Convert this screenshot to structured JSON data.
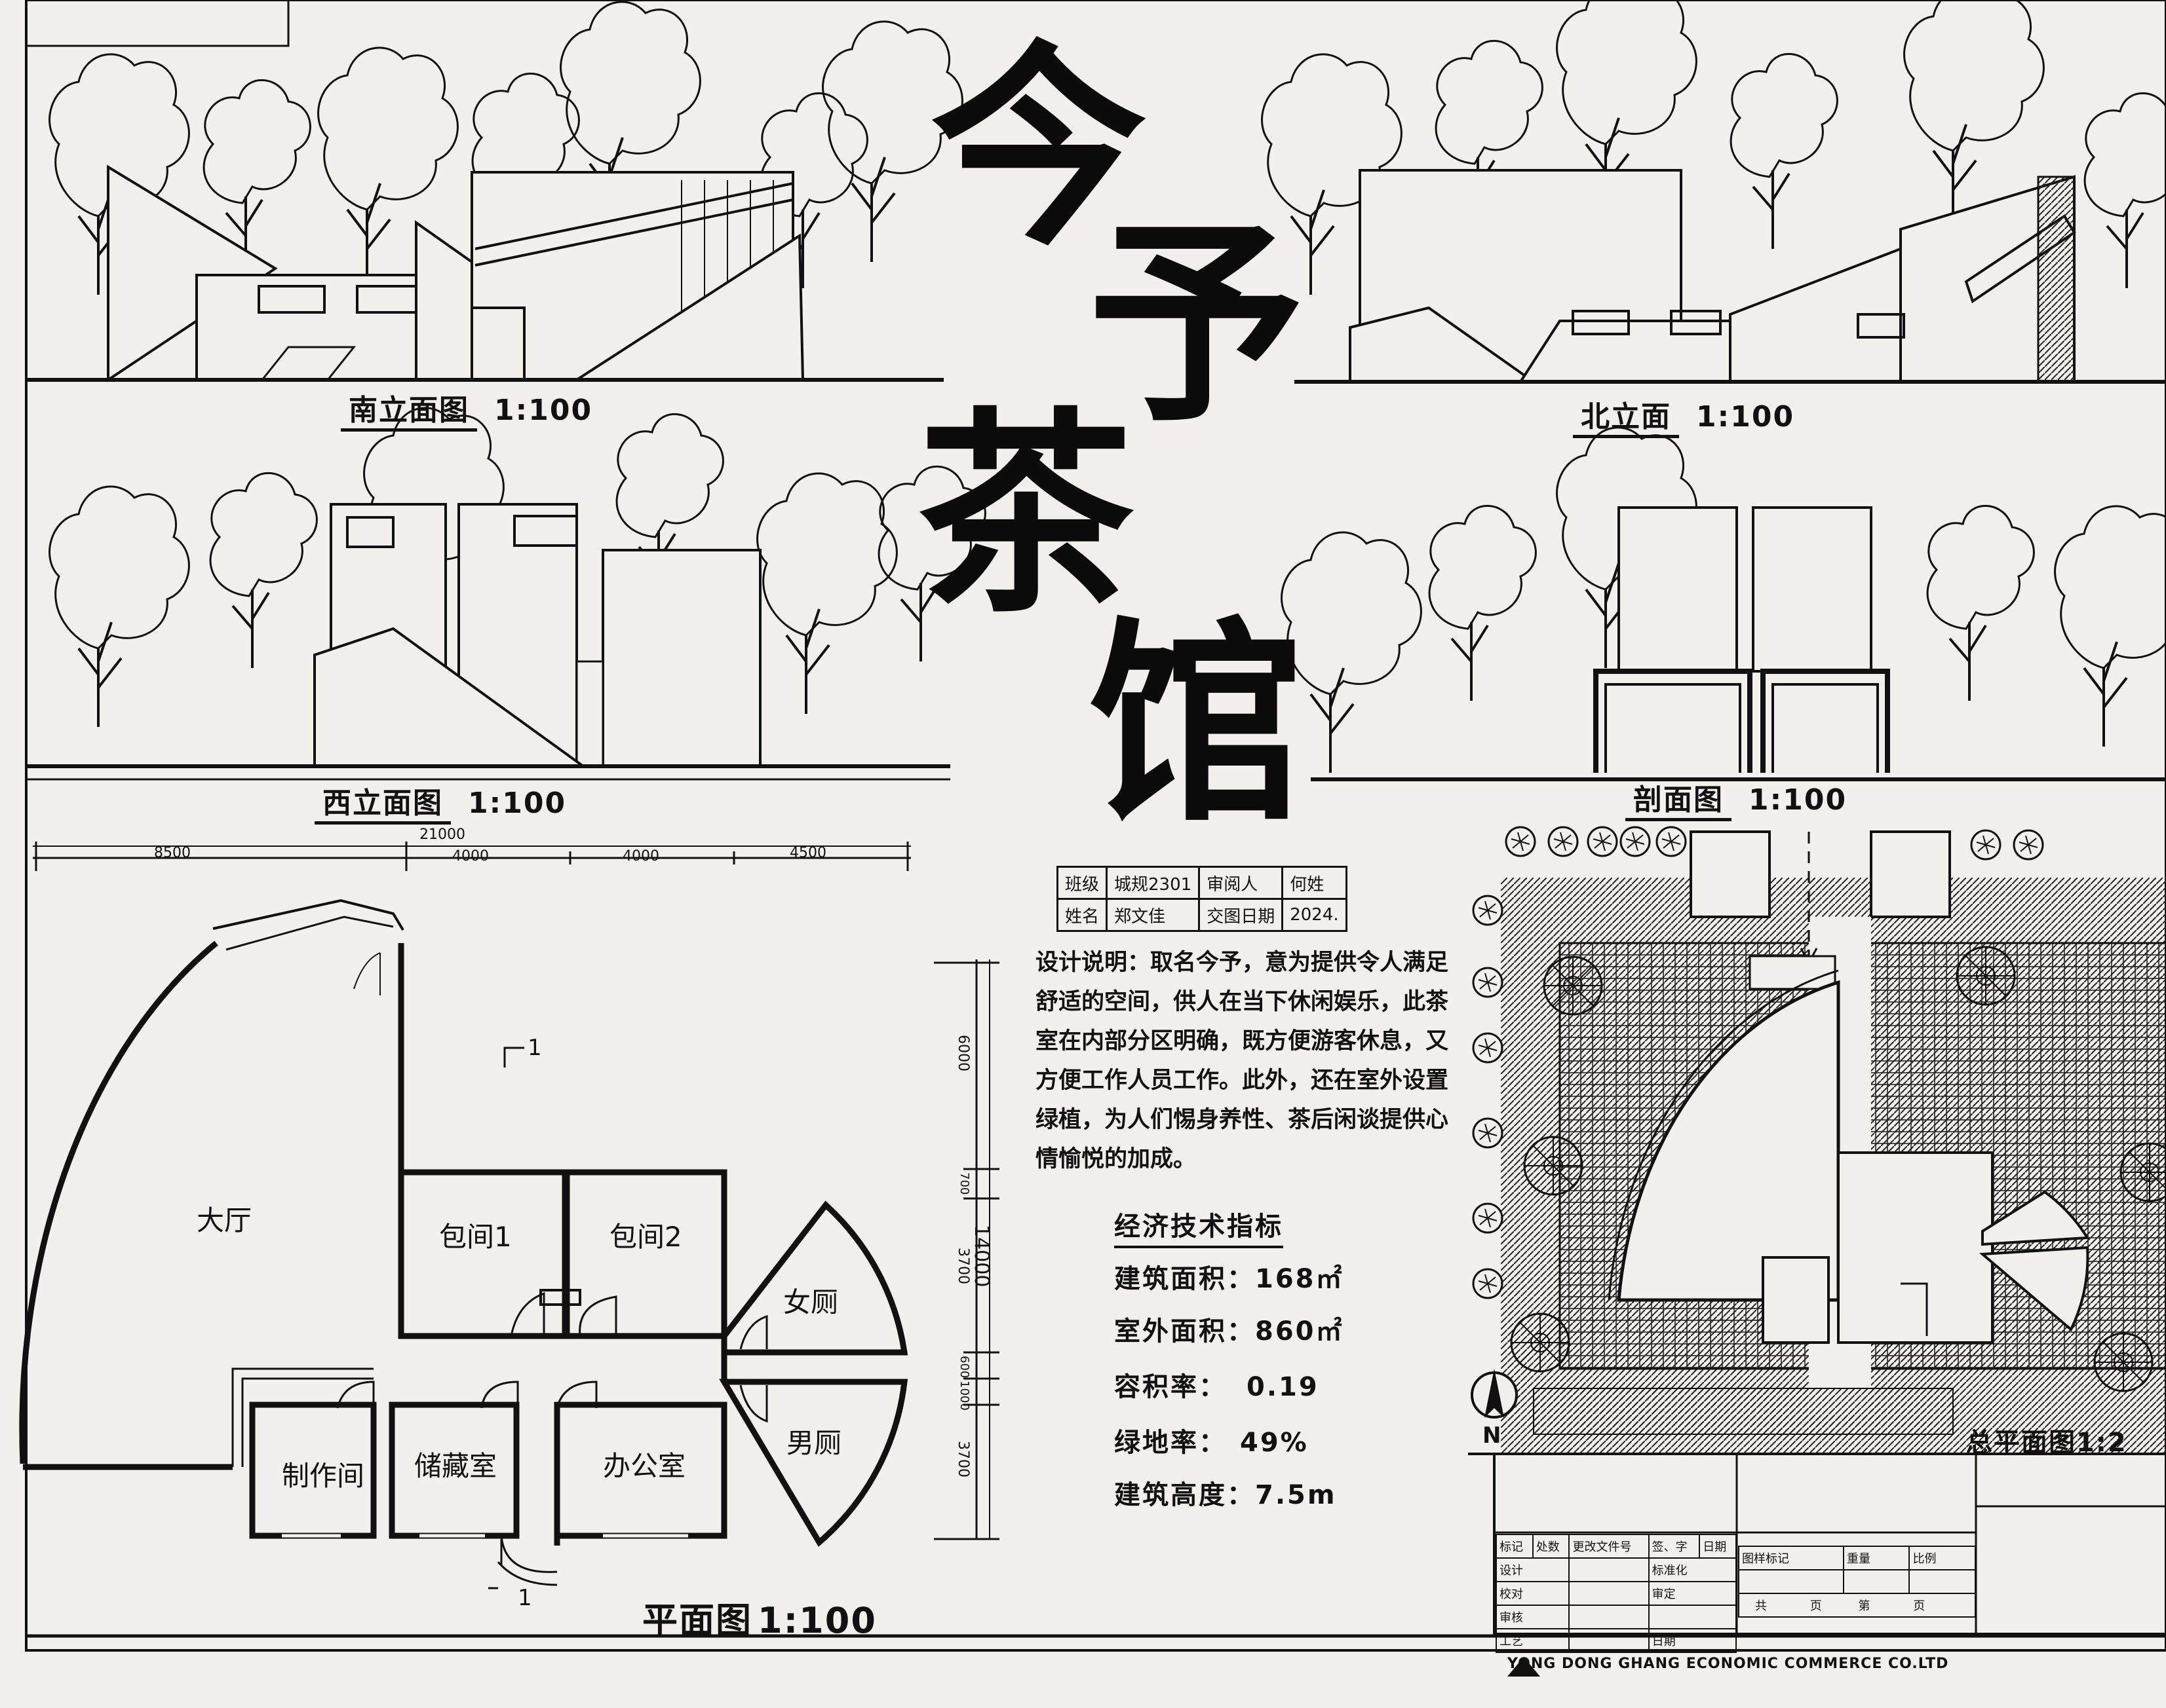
{
  "title": {
    "chars": [
      "今",
      "予",
      "茶",
      "馆"
    ]
  },
  "views": {
    "south": {
      "name": "南立面图",
      "scale": "1:100"
    },
    "north": {
      "name": "北立面",
      "scale": "1:100"
    },
    "west": {
      "name": "西立面图",
      "scale": "1:100"
    },
    "section": {
      "name": "剖面图",
      "scale": "1:100"
    },
    "plan": {
      "name": "平面图",
      "scale": "1:100"
    },
    "site": {
      "name": "总平面图1:2"
    }
  },
  "plan": {
    "rooms": {
      "hall": "大厅",
      "private1": "包间1",
      "private2": "包间2",
      "women_wc": "女厕",
      "men_wc": "男厕",
      "workshop": "制作间",
      "storage": "储藏室",
      "office": "办公室"
    },
    "section_mark": "1",
    "dims_top": {
      "total": "21000",
      "d1": "8500",
      "d2": "4000",
      "d3": "4000",
      "d4": "4500"
    },
    "dims_right": {
      "total": "14000",
      "d1": "6000",
      "d2": "700",
      "d3": "3700",
      "d4": "600",
      "d5": "1000",
      "d6": "3700"
    }
  },
  "info_table": {
    "class_label": "班级",
    "class_value": "城规2301",
    "reviewer_label": "审阅人",
    "reviewer_value": "何姓",
    "name_label": "姓名",
    "name_value": "郑文佳",
    "date_label": "交图日期",
    "date_value": "2024."
  },
  "description": "设计说明：取名今予，意为提供令人满足舒适的空间，供人在当下休闲娱乐，此茶室在内部分区明确，既方便游客休息，又方便工作人员工作。此外，还在室外设置绿植，为人们惕身养性、茶后闲谈提供心情愉悦的加成。",
  "indicators": {
    "heading": "经济技术指标",
    "items": [
      {
        "label": "建筑面积：",
        "value": "168㎡"
      },
      {
        "label": "室外面积：",
        "value": "860㎡"
      },
      {
        "label": "容积率：",
        "value": "0.19"
      },
      {
        "label": "绿地率：",
        "value": "49%"
      },
      {
        "label": "建筑高度：",
        "value": "7.5m"
      }
    ]
  },
  "north_label": "N",
  "title_block": {
    "row1": [
      "标记",
      "处数",
      "更改文件号",
      "签、字",
      "日期"
    ],
    "r2a": "设计",
    "r2b": "标准化",
    "r3a": "校对",
    "r3b": "审定",
    "r4a": "审核",
    "r5a": "工艺",
    "r5b": "日期",
    "mark": "图样标记",
    "weight": "重量",
    "ratio": "比例",
    "total": "共",
    "page1": "页",
    "nth": "第",
    "page2": "页"
  },
  "company": "YONG DONG GHANG ECONOMIC COMMERCE CO.LTD"
}
